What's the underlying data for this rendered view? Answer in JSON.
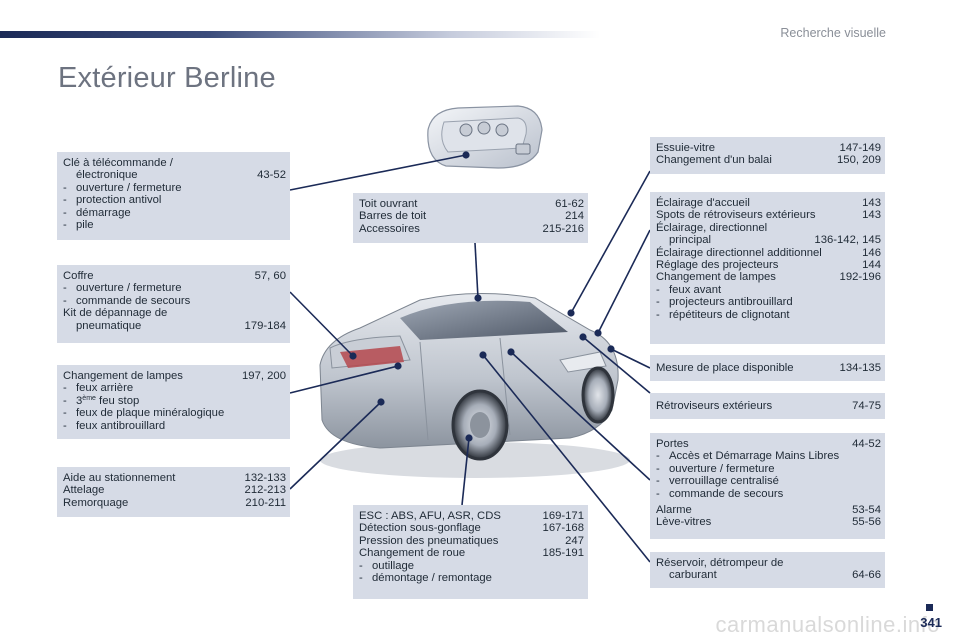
{
  "header": {
    "section": "Recherche visuelle"
  },
  "title": "Extérieur Berline",
  "boxes": {
    "cle": {
      "main": "Clé à télécommande /",
      "main2": "électronique",
      "main2_pages": "43-52",
      "bullets": [
        "ouverture / fermeture",
        "protection antivol",
        "démarrage",
        "pile"
      ]
    },
    "coffre": {
      "coffre": "Coffre",
      "coffre_pages": "57, 60",
      "bullets": [
        "ouverture / fermeture",
        "commande de secours"
      ],
      "kit": "Kit de dépannage de",
      "kit2": "pneumatique",
      "kit2_pages": "179-184"
    },
    "lampes": {
      "main": "Changement de lampes",
      "main_pages": "197, 200",
      "b1": "feux arrière",
      "b2_pre": "3",
      "b2_sup": "ème",
      "b2_post": " feu stop",
      "b3": "feux de plaque minéralogique",
      "b4": "feux antibrouillard"
    },
    "aide": {
      "rows": [
        {
          "label": "Aide au stationnement",
          "pages": "132-133"
        },
        {
          "label": "Attelage",
          "pages": "212-213"
        },
        {
          "label": "Remorquage",
          "pages": "210-211"
        }
      ]
    },
    "toit": {
      "rows": [
        {
          "label": "Toit ouvrant",
          "pages": "61-62"
        },
        {
          "label": "Barres de toit",
          "pages": "214"
        },
        {
          "label": "Accessoires",
          "pages": "215-216"
        }
      ]
    },
    "esc": {
      "rows": [
        {
          "label": "ESC : ABS, AFU, ASR, CDS",
          "pages": "169-171"
        },
        {
          "label": "Détection sous-gonflage",
          "pages": "167-168"
        },
        {
          "label": "Pression des pneumatiques",
          "pages": "247"
        },
        {
          "label": "Changement de roue",
          "pages": "185-191"
        }
      ],
      "bullets": [
        "outillage",
        "démontage / remontage"
      ]
    },
    "essuie": {
      "rows": [
        {
          "label": "Essuie-vitre",
          "pages": "147-149"
        },
        {
          "label": "Changement d'un balai",
          "pages": "150, 209"
        }
      ]
    },
    "eclairage": {
      "r1": "Éclairage d'accueil",
      "r1_pages": "143",
      "r2": "Spots de rétroviseurs extérieurs",
      "r2_pages": "143",
      "r3": "Éclairage, directionnel",
      "r3b": "principal",
      "r3b_pages": "136-142, 145",
      "r4": "Éclairage directionnel additionnel",
      "r4_pages": "146",
      "r5": "Réglage des projecteurs",
      "r5_pages": "144",
      "r6": "Changement de lampes",
      "r6_pages": "192-196",
      "bullets": [
        "feux avant",
        "projecteurs antibrouillard",
        "répétiteurs de clignotant"
      ]
    },
    "mesure": {
      "label": "Mesure de place disponible",
      "pages": "134-135"
    },
    "retro": {
      "label": "Rétroviseurs extérieurs",
      "pages": "74-75"
    },
    "portes": {
      "portes": "Portes",
      "portes_pages": "44-52",
      "bullets": [
        "Accès et Démarrage Mains Libres",
        "ouverture / fermeture",
        "verrouillage centralisé",
        "commande de secours"
      ],
      "alarme": "Alarme",
      "alarme_pages": "53-54",
      "leve": "Lève-vitres",
      "leve_pages": "55-56"
    },
    "reservoir": {
      "main": "Réservoir, détrompeur de",
      "main2": "carburant",
      "main2_pages": "64-66"
    }
  },
  "footer": {
    "page": "341",
    "watermark": "carmanualsonline.info"
  },
  "colors": {
    "box_bg": "#d6dbe6",
    "accent": "#1b2a57",
    "leader": "#1b2a57"
  }
}
